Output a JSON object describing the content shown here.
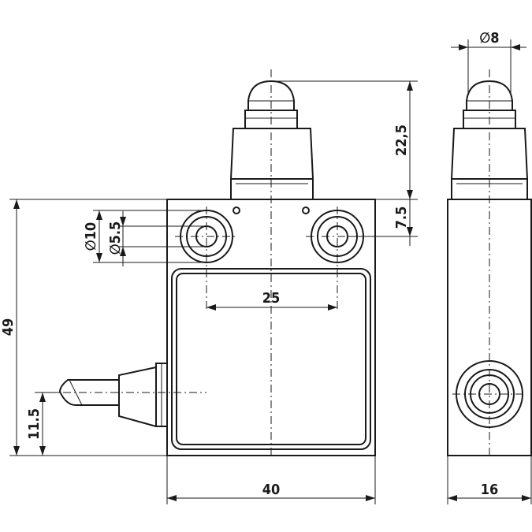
{
  "drawing": {
    "dimensions": {
      "width_front": "40",
      "width_side": "16",
      "height_total": "49",
      "height_lever": "11.5",
      "plunger_height": "22,5",
      "hole_offset": "7.5",
      "hole_spacing": "25",
      "counterbore_dia": "∅10",
      "hole_dia": "∅5.5",
      "plunger_dia": "∅8"
    },
    "colors": {
      "line": "#1a1a1a",
      "background": "#ffffff"
    }
  }
}
